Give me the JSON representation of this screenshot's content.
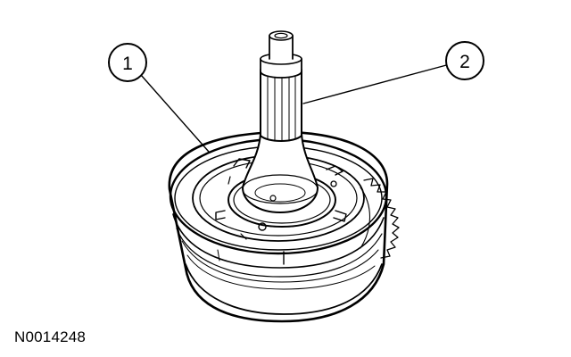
{
  "figure": {
    "id": "N0014248",
    "callouts": [
      {
        "number": "1"
      },
      {
        "number": "2"
      }
    ]
  }
}
